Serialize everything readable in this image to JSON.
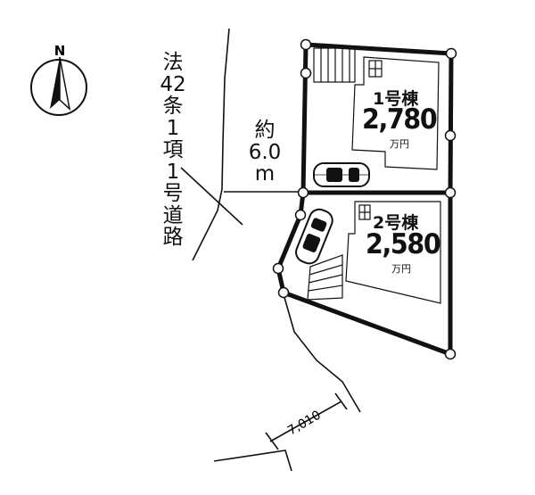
{
  "compass": {
    "north_label": "N"
  },
  "road": {
    "label_chars": [
      "法",
      "42",
      "条",
      "1",
      "項",
      "1",
      "号",
      "道",
      "路"
    ],
    "width_chars": [
      "約",
      "6.0",
      "m"
    ]
  },
  "frontage": {
    "label": "7,010"
  },
  "lots": [
    {
      "name": "1号棟",
      "price": "2,780",
      "unit": "万円"
    },
    {
      "name": "2号棟",
      "price": "2,580",
      "unit": "万円"
    }
  ]
}
